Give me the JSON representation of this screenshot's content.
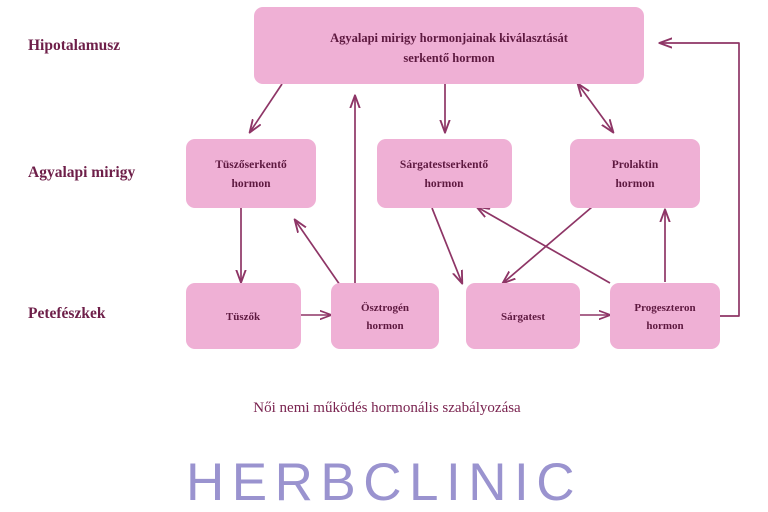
{
  "diagram": {
    "caption": "Női nemi működés hormonális szabályozása",
    "row_labels": [
      {
        "id": "hypothalamus",
        "label": "Hipotalamusz"
      },
      {
        "id": "pituitary",
        "label": "Agyalapi mirigy"
      },
      {
        "id": "ovaries",
        "label": "Petefészkek"
      }
    ],
    "nodes": [
      {
        "id": "grh",
        "line1": "Agyalapi mirigy hormonjainak kiválasztását",
        "line2": "serkentő hormon"
      },
      {
        "id": "fsh",
        "line1": "Tüszőserkentő",
        "line2": "hormon"
      },
      {
        "id": "lh",
        "line1": "Sárgatestserkentő",
        "line2": "hormon"
      },
      {
        "id": "prl",
        "line1": "Prolaktin",
        "line2": "hormon"
      },
      {
        "id": "foll",
        "line1": "Tüszők",
        "line2": ""
      },
      {
        "id": "estr",
        "line1": "Ösztrogén",
        "line2": "hormon"
      },
      {
        "id": "cl",
        "line1": "Sárgatest",
        "line2": ""
      },
      {
        "id": "prog",
        "line1": "Progeszteron",
        "line2": "hormon"
      }
    ],
    "edges": [
      {
        "id": "grh-to-fsh",
        "from": "grh",
        "to": "fsh",
        "style": "single"
      },
      {
        "id": "grh-to-lh",
        "from": "grh",
        "to": "lh",
        "style": "single"
      },
      {
        "id": "grh-to-prl",
        "from": "grh",
        "to": "prl",
        "style": "double"
      },
      {
        "id": "fsh-to-foll",
        "from": "fsh",
        "to": "foll",
        "style": "single"
      },
      {
        "id": "foll-to-estr",
        "from": "foll",
        "to": "estr",
        "style": "single"
      },
      {
        "id": "estr-to-fsh",
        "from": "estr",
        "to": "fsh",
        "style": "single"
      },
      {
        "id": "estr-to-grh",
        "from": "estr",
        "to": "grh",
        "style": "single"
      },
      {
        "id": "lh-to-cl",
        "from": "lh",
        "to": "cl",
        "style": "single"
      },
      {
        "id": "cl-to-prog",
        "from": "cl",
        "to": "prog",
        "style": "single"
      },
      {
        "id": "prog-to-lh",
        "from": "prog",
        "to": "lh",
        "style": "single"
      },
      {
        "id": "prl-to-cl",
        "from": "prl",
        "to": "cl",
        "style": "single"
      },
      {
        "id": "prog-to-prl",
        "from": "prog",
        "to": "prl",
        "style": "single"
      },
      {
        "id": "prog-to-grh",
        "from": "prog",
        "to": "grh",
        "style": "single"
      }
    ]
  },
  "brand": {
    "name": "HERBCLINIC",
    "tagline": ""
  },
  "colors": {
    "box_fill": "#efb0d5",
    "box_text": "#5e1940",
    "label_text": "#6e1f49",
    "arrow": "#8e3566",
    "caption": "#7a2450",
    "brand": "#9a93cf",
    "background": "#ffffff"
  }
}
